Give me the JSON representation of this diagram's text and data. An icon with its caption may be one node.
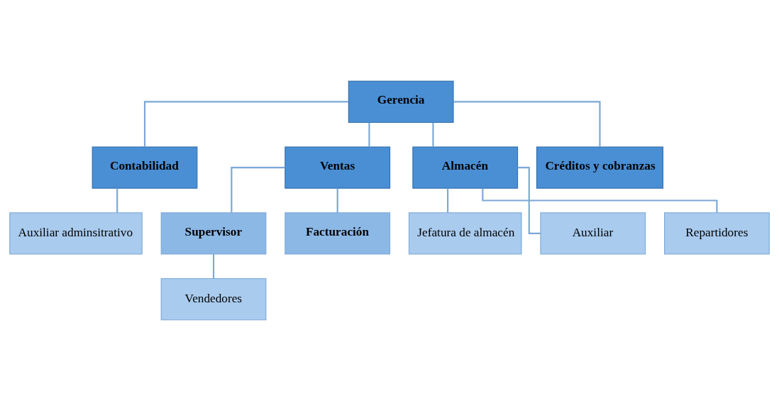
{
  "diagram": {
    "nodes": [
      {
        "text": [
          "Gerencia"
        ]
      },
      {
        "text": [
          "Contabilidad"
        ]
      },
      {
        "text": [
          "Ventas"
        ]
      },
      {
        "text": [
          "Almacén"
        ]
      },
      {
        "text": [
          "Créditos y cobranzas"
        ]
      },
      {
        "text": [
          "Auxiliar adminsitrativo"
        ]
      },
      {
        "text": [
          "Supervisor"
        ]
      },
      {
        "text": [
          "Facturación"
        ]
      },
      {
        "text": [
          "Vendedores"
        ]
      },
      {
        "text": [
          "Jefatura de almacén"
        ]
      },
      {
        "text": [
          "Auxiliar"
        ]
      },
      {
        "text": [
          "Repartidores"
        ]
      }
    ],
    "edges": [
      {
        "from": 0,
        "to": 1,
        "arrow": "none"
      },
      {
        "from": 0,
        "to": 2,
        "arrow": "none"
      },
      {
        "from": 0,
        "to": 3,
        "arrow": "none"
      },
      {
        "from": 0,
        "to": 4,
        "arrow": "none"
      },
      {
        "from": 1,
        "to": 5,
        "arrow": "none"
      },
      {
        "from": 2,
        "to": 6,
        "arrow": "none"
      },
      {
        "from": 2,
        "to": 7,
        "arrow": "none"
      },
      {
        "from": 6,
        "to": 8,
        "arrow": "none"
      },
      {
        "from": 3,
        "to": 9,
        "arrow": "none"
      },
      {
        "from": 3,
        "to": 10,
        "arrow": "none"
      },
      {
        "from": 3,
        "to": 11,
        "arrow": "none"
      }
    ]
  }
}
